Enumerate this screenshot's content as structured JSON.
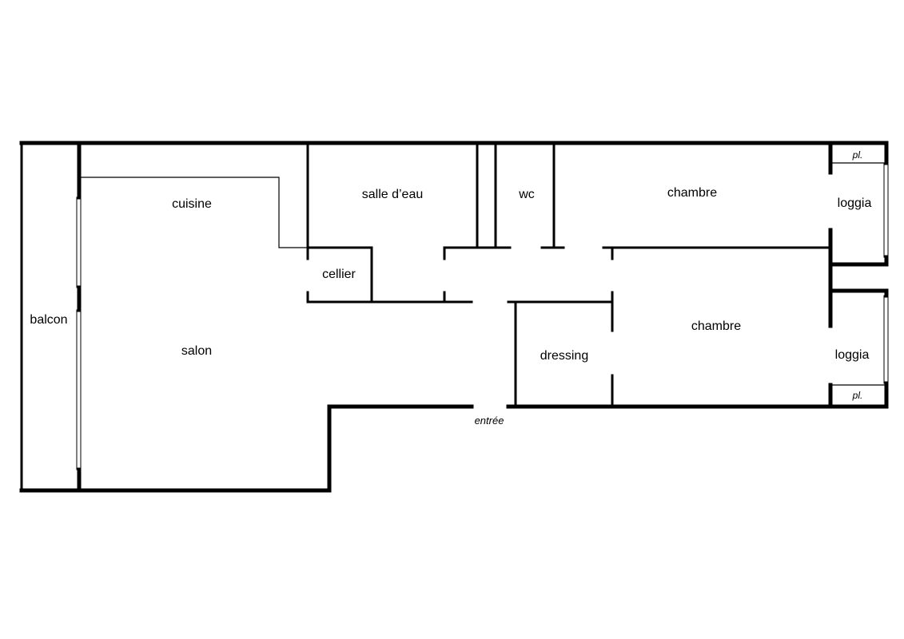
{
  "rooms": {
    "balcon": "balcon",
    "cuisine": "cuisine",
    "salon": "salon",
    "salle_deau": "salle d’eau",
    "cellier": "cellier",
    "wc": "wc",
    "chambre_1": "chambre",
    "chambre_2": "chambre",
    "dressing": "dressing",
    "loggia_1": "loggia",
    "loggia_2": "loggia",
    "placard_1": "pl.",
    "placard_2": "pl."
  },
  "entrance": "entrée",
  "colors": {
    "wall": "#000000",
    "background": "#ffffff"
  }
}
